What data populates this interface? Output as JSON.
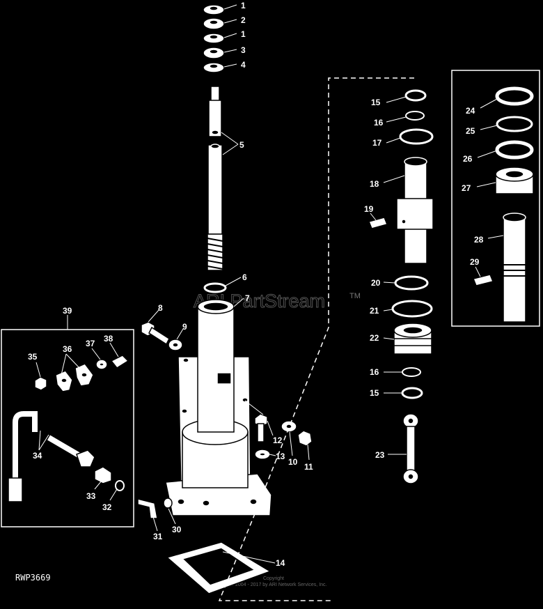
{
  "figure_code": "RWP3669",
  "watermark": {
    "brand": "ARI PartStream",
    "trademark": "TM",
    "copyright_line1": "Copyright",
    "copyright_line2": "Page design © 2004 - 2017 by ARI Network Services, Inc."
  },
  "callouts": {
    "c1a": "1",
    "c2": "2",
    "c1b": "1",
    "c3": "3",
    "c4": "4",
    "c5": "5",
    "c6": "6",
    "c7": "7",
    "c8": "8",
    "c9": "9",
    "c10": "10",
    "c11": "11",
    "c12": "12",
    "c13": "13",
    "c14": "14",
    "c15a": "15",
    "c16a": "16",
    "c17": "17",
    "c18": "18",
    "c19": "19",
    "c20": "20",
    "c21": "21",
    "c22": "22",
    "c16b": "16",
    "c15b": "15",
    "c23": "23",
    "c24": "24",
    "c25": "25",
    "c26": "26",
    "c27": "27",
    "c28": "28",
    "c29": "29",
    "c30": "30",
    "c31": "31",
    "c32": "32",
    "c33": "33",
    "c34": "34",
    "c35": "35",
    "c36": "36",
    "c37": "37",
    "c38": "38",
    "c39": "39"
  }
}
